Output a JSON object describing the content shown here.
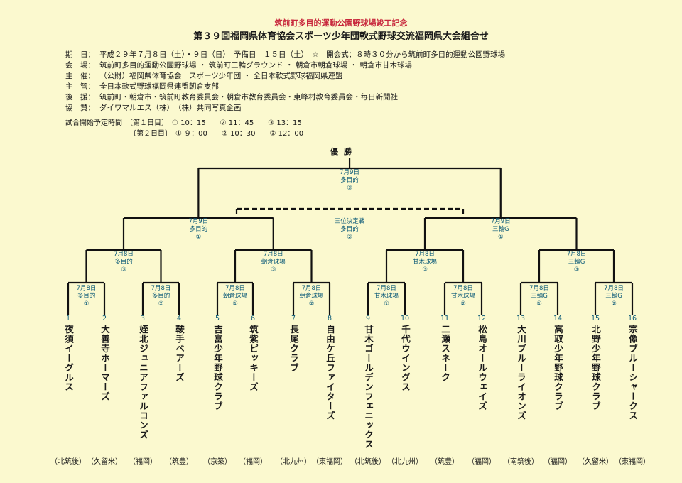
{
  "header": {
    "pre_title": "筑前町多目的運動公園野球場竣工記念",
    "title": "第３９回福岡県体育協会スポーツ少年団軟式野球交流福岡県大会組合せ"
  },
  "info": [
    {
      "label": "期　日：",
      "text": "平成２９年７月８日（土）・９日（日）　予備日　１５日（土）　☆　開会式：８時３０分から筑前町多目的運動公園野球場"
    },
    {
      "label": "会　場：",
      "text": "筑前町多目的運動公園野球場 ・ 筑前町三輪グラウンド ・ 朝倉市朝倉球場 ・ 朝倉市甘木球場"
    },
    {
      "label": "主　催：",
      "text": "（公財）福岡県体育協会　スポーツ少年団 ・ 全日本軟式野球福岡県連盟"
    },
    {
      "label": "主　管：",
      "text": "全日本軟式野球福岡県連盟朝倉支部"
    },
    {
      "label": "後　援：",
      "text": "筑前町・朝倉市・筑前町教育委員会・朝倉市教育委員会・東峰村教育委員会・毎日新聞社"
    },
    {
      "label": "協　賛：",
      "text": "ダイワマルエス（株）　（株）共同写真企画"
    }
  ],
  "schedule": {
    "line1": "試合開始予定時間　〔第１日目〕　① 10：15　　② 11：45　　③ 13：15",
    "line2": "〔第２日目〕　① ９：00　　② 10：30　　③ 12：00"
  },
  "bracket": {
    "winner_label": "優勝",
    "final": {
      "date": "7月9日",
      "venue": "多目的",
      "no": "③"
    },
    "third_place": {
      "title": "三位決定戦",
      "venue": "多目的",
      "no": "②"
    },
    "semis": [
      {
        "date": "7月9日",
        "venue": "多目的",
        "no": "①"
      },
      {
        "date": "7月9日",
        "venue": "三輪G",
        "no": "①"
      }
    ],
    "quarters": [
      {
        "date": "7月8日",
        "venue": "多目的",
        "no": "③"
      },
      {
        "date": "7月8日",
        "venue": "朝倉球場",
        "no": "③"
      },
      {
        "date": "7月8日",
        "venue": "甘木球場",
        "no": "③"
      },
      {
        "date": "7月8日",
        "venue": "三輪G",
        "no": "③"
      }
    ],
    "first_round": [
      {
        "date": "7月8日",
        "venue": "多目的",
        "no": "①"
      },
      {
        "date": "7月8日",
        "venue": "多目的",
        "no": "②"
      },
      {
        "date": "7月8日",
        "venue": "朝倉球場",
        "no": "①"
      },
      {
        "date": "7月8日",
        "venue": "朝倉球場",
        "no": "②"
      },
      {
        "date": "7月8日",
        "venue": "甘木球場",
        "no": "①"
      },
      {
        "date": "7月8日",
        "venue": "甘木球場",
        "no": "②"
      },
      {
        "date": "7月8日",
        "venue": "三輪G",
        "no": "①"
      },
      {
        "date": "7月8日",
        "venue": "三輪G",
        "no": "②"
      }
    ]
  },
  "teams": [
    {
      "no": "1",
      "name": "夜須イーグルス",
      "region": "（北筑後）"
    },
    {
      "no": "2",
      "name": "大善寺ホーマーズ",
      "region": "（久留米）"
    },
    {
      "no": "3",
      "name": "姪北ジュニアファルコンズ",
      "region": "（福岡）"
    },
    {
      "no": "4",
      "name": "鞍手ベアーズ",
      "region": "（筑豊）"
    },
    {
      "no": "5",
      "name": "吉富少年野球クラブ",
      "region": "（京築）"
    },
    {
      "no": "6",
      "name": "筑紫ピッキーズ",
      "region": "（福岡）"
    },
    {
      "no": "7",
      "name": "長尾クラブ",
      "region": "（北九州）"
    },
    {
      "no": "8",
      "name": "自由ケ丘ファイターズ",
      "region": "（東福岡）"
    },
    {
      "no": "9",
      "name": "甘木ゴールデンフェニックス",
      "region": "（北筑後）"
    },
    {
      "no": "10",
      "name": "千代ウイングス",
      "region": "（北九州）"
    },
    {
      "no": "11",
      "name": "二瀬スネーク",
      "region": "（筑豊）"
    },
    {
      "no": "12",
      "name": "松島オールウェイズ",
      "region": "（福岡）"
    },
    {
      "no": "13",
      "name": "大川ブルーライオンズ",
      "region": "（南筑後）"
    },
    {
      "no": "14",
      "name": "高取少年野球クラブ",
      "region": "（福岡）"
    },
    {
      "no": "15",
      "name": "北野少年野球クラブ",
      "region": "（久留米）"
    },
    {
      "no": "16",
      "name": "宗像ブルーシャークス",
      "region": "（東福岡）"
    }
  ]
}
